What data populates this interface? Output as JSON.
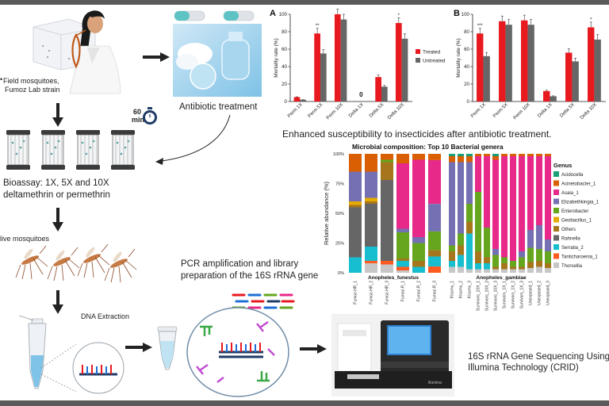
{
  "workflow": {
    "field_label": "Field mosquitoes,",
    "lab_label": "Fumoz Lab strain",
    "timer_label": "60",
    "timer_unit": "min.",
    "antibiotic_label": "Antibiotic treatment",
    "bioassay_line1": "Bioassay: 1X, 5X and 10X",
    "bioassay_line2": "deltamethrin or permethrin",
    "alive_label": "live mosquitoes",
    "dna_label": "DNA Extraction",
    "pcr_line1": "PCR amplification and library",
    "pcr_line2": "preparation of the 16S rRNA gene",
    "seq_line1": "16S rRNA Gene Sequencing Using",
    "seq_line2": "Illumina Technology (CRID)",
    "machine_brand": "illumina",
    "conclusion": "Enhanced susceptibility to insecticides after antibiotic treatment."
  },
  "colors": {
    "treated": "#e8191f",
    "untreated": "#666666",
    "arrow": "#222222"
  },
  "chart_data": [
    {
      "type": "bar",
      "panel": "A",
      "categories": [
        "Perm 1X",
        "Perm 5X",
        "Perm 10X",
        "Delta 1X",
        "Delta 5X",
        "Delta 10X"
      ],
      "series": [
        {
          "name": "Treated",
          "values": [
            5,
            78,
            100,
            0,
            28,
            90
          ]
        },
        {
          "name": "Untreated",
          "values": [
            2,
            55,
            94,
            0,
            17,
            72
          ]
        }
      ],
      "ylabel": "Mortality rate (%)",
      "ylim": [
        0,
        100
      ],
      "yticks": [
        0,
        20,
        40,
        60,
        80,
        100
      ],
      "zero_label": "0",
      "sig": [
        "",
        "**",
        "",
        "",
        "",
        "*"
      ],
      "legend": "top-right"
    },
    {
      "type": "bar",
      "panel": "B",
      "categories": [
        "Perm 1X",
        "Perm 5X",
        "Perm 10X",
        "Delta 1X",
        "Delta 5X",
        "Delta 10X"
      ],
      "series": [
        {
          "name": "Treated",
          "values": [
            78,
            92,
            93,
            12,
            56,
            85
          ]
        },
        {
          "name": "Untreated",
          "values": [
            52,
            88,
            88,
            6,
            46,
            71
          ]
        }
      ],
      "ylabel": "Mortality rate (%)",
      "ylim": [
        0,
        100
      ],
      "yticks": [
        0,
        20,
        40,
        60,
        80,
        100
      ],
      "sig": [
        "***",
        "",
        "",
        "",
        "",
        "*"
      ]
    },
    {
      "type": "bar",
      "stacked": true,
      "title": "Microbial composition: Top 10 Bacterial genera",
      "ylabel": "Relative abundance (%)",
      "yticks": [
        "0%",
        "25%",
        "50%",
        "75%",
        "100%"
      ],
      "group_labels": [
        "Anopheles_funestus",
        "Anopheles_gambiae"
      ],
      "legend_title": "Genus",
      "genera": [
        {
          "name": "Acidocella",
          "color": "#1a9e77"
        },
        {
          "name": "Acinetobacter_1",
          "color": "#d95f02"
        },
        {
          "name": "Asaia_1",
          "color": "#e7298a"
        },
        {
          "name": "Elizabethkingia_1",
          "color": "#7570b3"
        },
        {
          "name": "Enterobacter",
          "color": "#66a61e"
        },
        {
          "name": "Geobacillus_1",
          "color": "#e6ab02"
        },
        {
          "name": "Others",
          "color": "#a6761d"
        },
        {
          "name": "Rahnella",
          "color": "#666666"
        },
        {
          "name": "Serratia_2",
          "color": "#17becf"
        },
        {
          "name": "Tanticharoenia_1",
          "color": "#ff5a1f"
        },
        {
          "name": "Thorsellia",
          "color": "#c7c7c7"
        }
      ],
      "funestus_samples": [
        "Fumoz-HR_1",
        "Fumoz-HR_2",
        "Fumoz-HR_3",
        "Fumoz-R_1",
        "Fumoz-R_2",
        "Fumoz-R_3"
      ],
      "gambiae_samples": [
        "Kisumu_1",
        "Kisumu_2",
        "Kisumu_3",
        "Survivors_10X_1",
        "Survivors_10X_2",
        "Survivors_10X_3",
        "Survivors_1X_1",
        "Survivors_1X_2",
        "Survivors_1X_3",
        "Unexposed_1",
        "Unexposed_2",
        "Unexposed_3"
      ],
      "funestus_stacks": [
        [
          0,
          15,
          0,
          25,
          0,
          3,
          2,
          42,
          13,
          0,
          0
        ],
        [
          0,
          15,
          0,
          22,
          0,
          3,
          2,
          36,
          12,
          2,
          8
        ],
        [
          0,
          5,
          0,
          0,
          2,
          0,
          15,
          68,
          0,
          3,
          7
        ],
        [
          0,
          8,
          55,
          3,
          22,
          0,
          2,
          0,
          5,
          3,
          2
        ],
        [
          0,
          5,
          65,
          5,
          15,
          0,
          5,
          0,
          5,
          0,
          0
        ],
        [
          0,
          5,
          35,
          22,
          15,
          0,
          5,
          0,
          8,
          5,
          0
        ]
      ],
      "gambiae_stacks": [
        [
          2,
          5,
          0,
          70,
          5,
          0,
          8,
          0,
          5,
          0,
          5
        ],
        [
          2,
          5,
          0,
          60,
          10,
          0,
          8,
          0,
          10,
          0,
          5
        ],
        [
          2,
          5,
          0,
          35,
          15,
          0,
          10,
          0,
          30,
          0,
          3
        ],
        [
          0,
          2,
          30,
          0,
          50,
          0,
          10,
          0,
          5,
          0,
          3
        ],
        [
          0,
          2,
          60,
          0,
          25,
          0,
          5,
          0,
          5,
          0,
          3
        ],
        [
          2,
          3,
          75,
          5,
          10,
          0,
          2,
          0,
          0,
          0,
          3
        ],
        [
          0,
          2,
          85,
          0,
          5,
          0,
          5,
          0,
          0,
          0,
          3
        ],
        [
          0,
          2,
          88,
          0,
          5,
          0,
          2,
          0,
          0,
          0,
          3
        ],
        [
          0,
          2,
          80,
          5,
          8,
          0,
          2,
          0,
          0,
          0,
          3
        ],
        [
          0,
          2,
          62,
          15,
          12,
          0,
          5,
          0,
          0,
          0,
          4
        ],
        [
          0,
          2,
          58,
          20,
          10,
          0,
          5,
          0,
          0,
          0,
          5
        ],
        [
          0,
          2,
          70,
          10,
          10,
          0,
          4,
          0,
          0,
          0,
          4
        ]
      ]
    }
  ]
}
